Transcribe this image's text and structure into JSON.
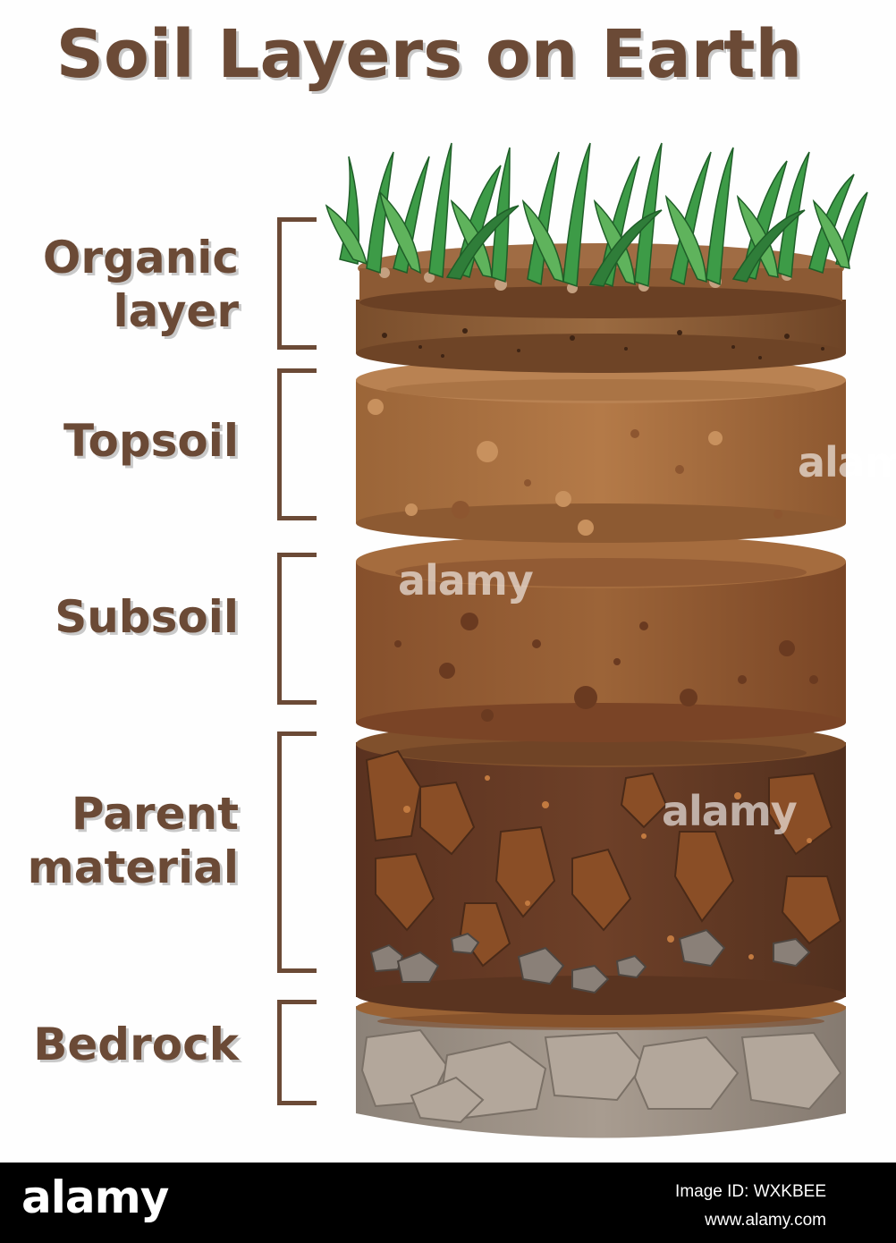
{
  "title": "Soil Layers on Earth",
  "layers": [
    {
      "label": "Organic\nlayer",
      "color": "#8a5a33"
    },
    {
      "label": "Topsoil",
      "color": "#a06a3c"
    },
    {
      "label": "Subsoil",
      "color": "#8b5530"
    },
    {
      "label": "Parent\nmaterial",
      "color": "#5e3622"
    },
    {
      "label": "Bedrock",
      "color": "#a09488"
    }
  ],
  "watermark": "alamy",
  "footer": {
    "logo": "alamy",
    "image_id": "Image ID: WXKBEE",
    "url": "www.alamy.com"
  }
}
